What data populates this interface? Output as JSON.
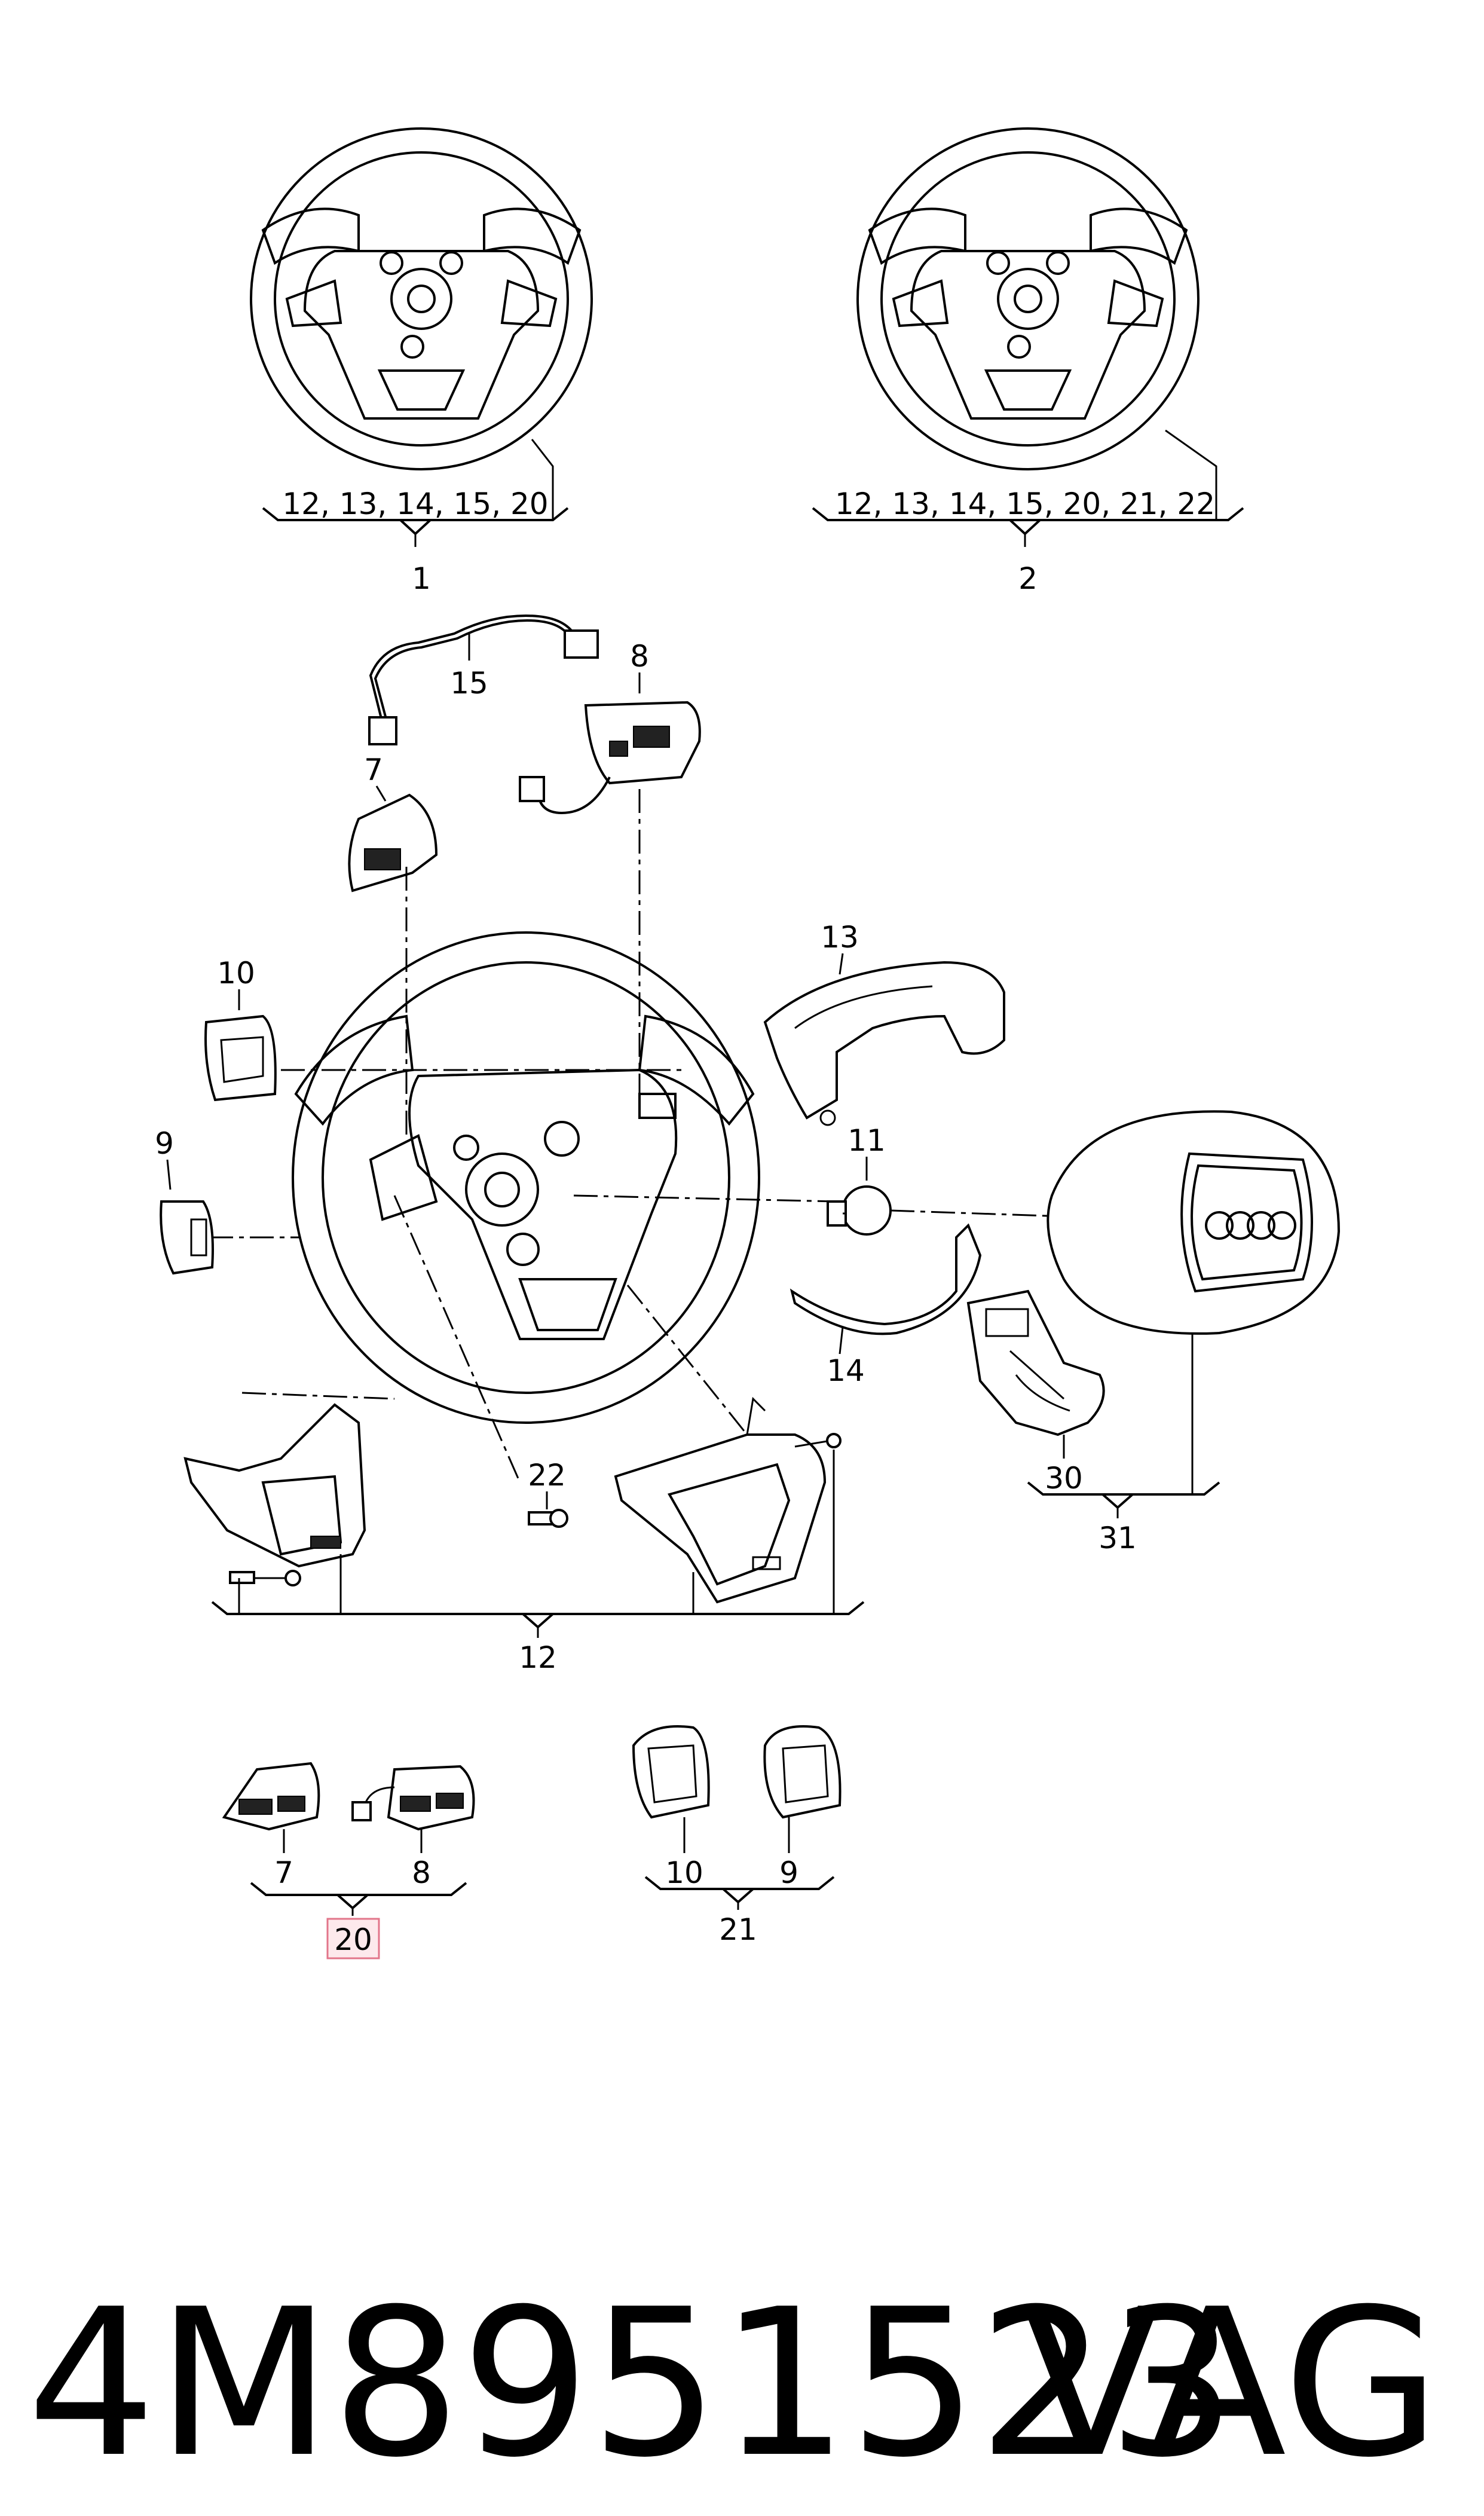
{
  "labels": {
    "l1_group": "12, 13, 14, 15, 20",
    "l1": "1",
    "l2_group": "12, 13, 14, 15, 20, 21, 22",
    "l2": "2",
    "l15": "15",
    "l8_top": "8",
    "l7_top": "7",
    "l13": "13",
    "l10_left": "10",
    "l9_left": "9",
    "l11": "11",
    "l14": "14",
    "l30": "30",
    "l31": "31",
    "l22": "22",
    "l12": "12",
    "l7_bottom": "7",
    "l8_bottom": "8",
    "l20": "20",
    "l10_bottom": "10",
    "l9_bottom": "9",
    "l21": "21"
  },
  "footer": {
    "part_number": "4M8951523",
    "brand": "VAG"
  },
  "colors": {
    "highlight_fill": "#fde9ec",
    "highlight_border": "#e2758a"
  }
}
